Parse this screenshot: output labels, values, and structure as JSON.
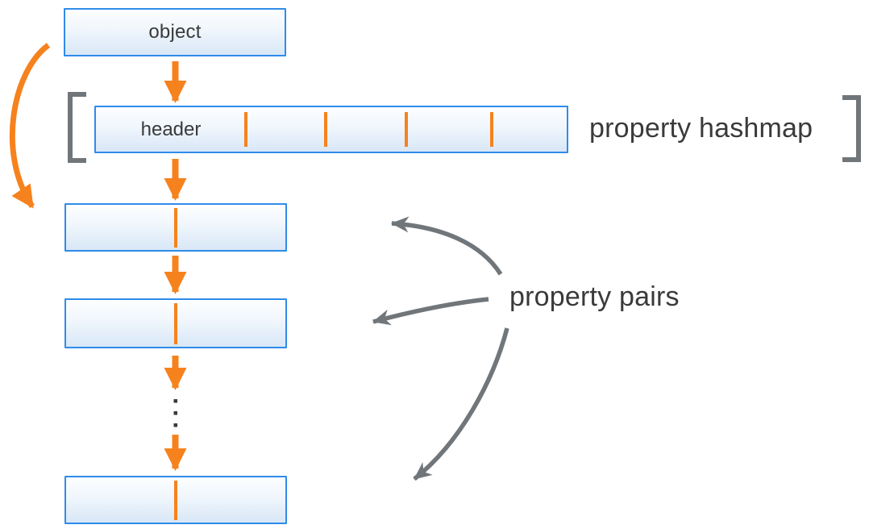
{
  "diagram": {
    "object_label": "object",
    "header_label": "header",
    "hashmap_caption": "property hashmap",
    "pairs_caption": "property pairs",
    "hashmap_slot_count": 5,
    "property_pair_box_count": 3,
    "icons": {
      "down_arrows": "orange-down-arrow-icon",
      "curved_left_arrow": "orange-curved-arrow-icon",
      "annotation_arrows": "gray-curved-arrow-icon",
      "ellipsis": "vertical-ellipsis-dots"
    }
  },
  "colors": {
    "orange": "#F6821E",
    "box-border": "#2F8CEA",
    "box-fill-top": "#FDFEFF",
    "box-fill-bottom": "#D8E7F7",
    "gray": "#70767A",
    "text": "#3A3A3A",
    "background": "#FFFFFF"
  }
}
